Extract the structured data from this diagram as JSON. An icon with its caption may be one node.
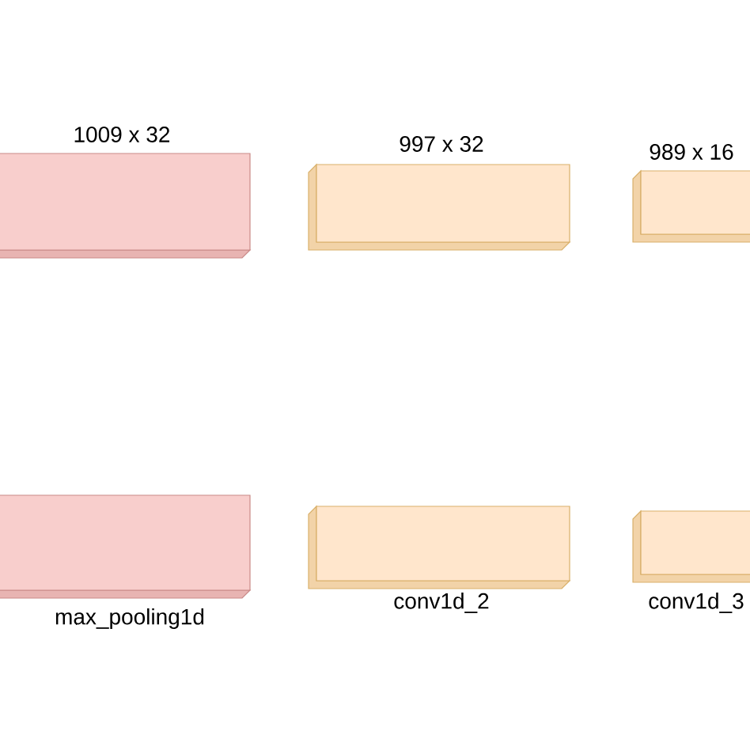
{
  "diagram": {
    "nodes": [
      {
        "text": [],
        "shape": "box",
        "beside": [
          "1009 x 32"
        ]
      },
      {
        "text": [],
        "shape": "box",
        "beside": [
          "997 x 32"
        ]
      },
      {
        "text": [],
        "shape": "box",
        "beside": [
          "989 x 16"
        ]
      },
      {
        "text": [],
        "shape": "box",
        "beside": [
          "max_pooling1d"
        ]
      },
      {
        "text": [],
        "shape": "box",
        "beside": [
          "conv1d_2"
        ]
      },
      {
        "text": [],
        "shape": "box",
        "beside": [
          "conv1d_3"
        ]
      }
    ]
  }
}
